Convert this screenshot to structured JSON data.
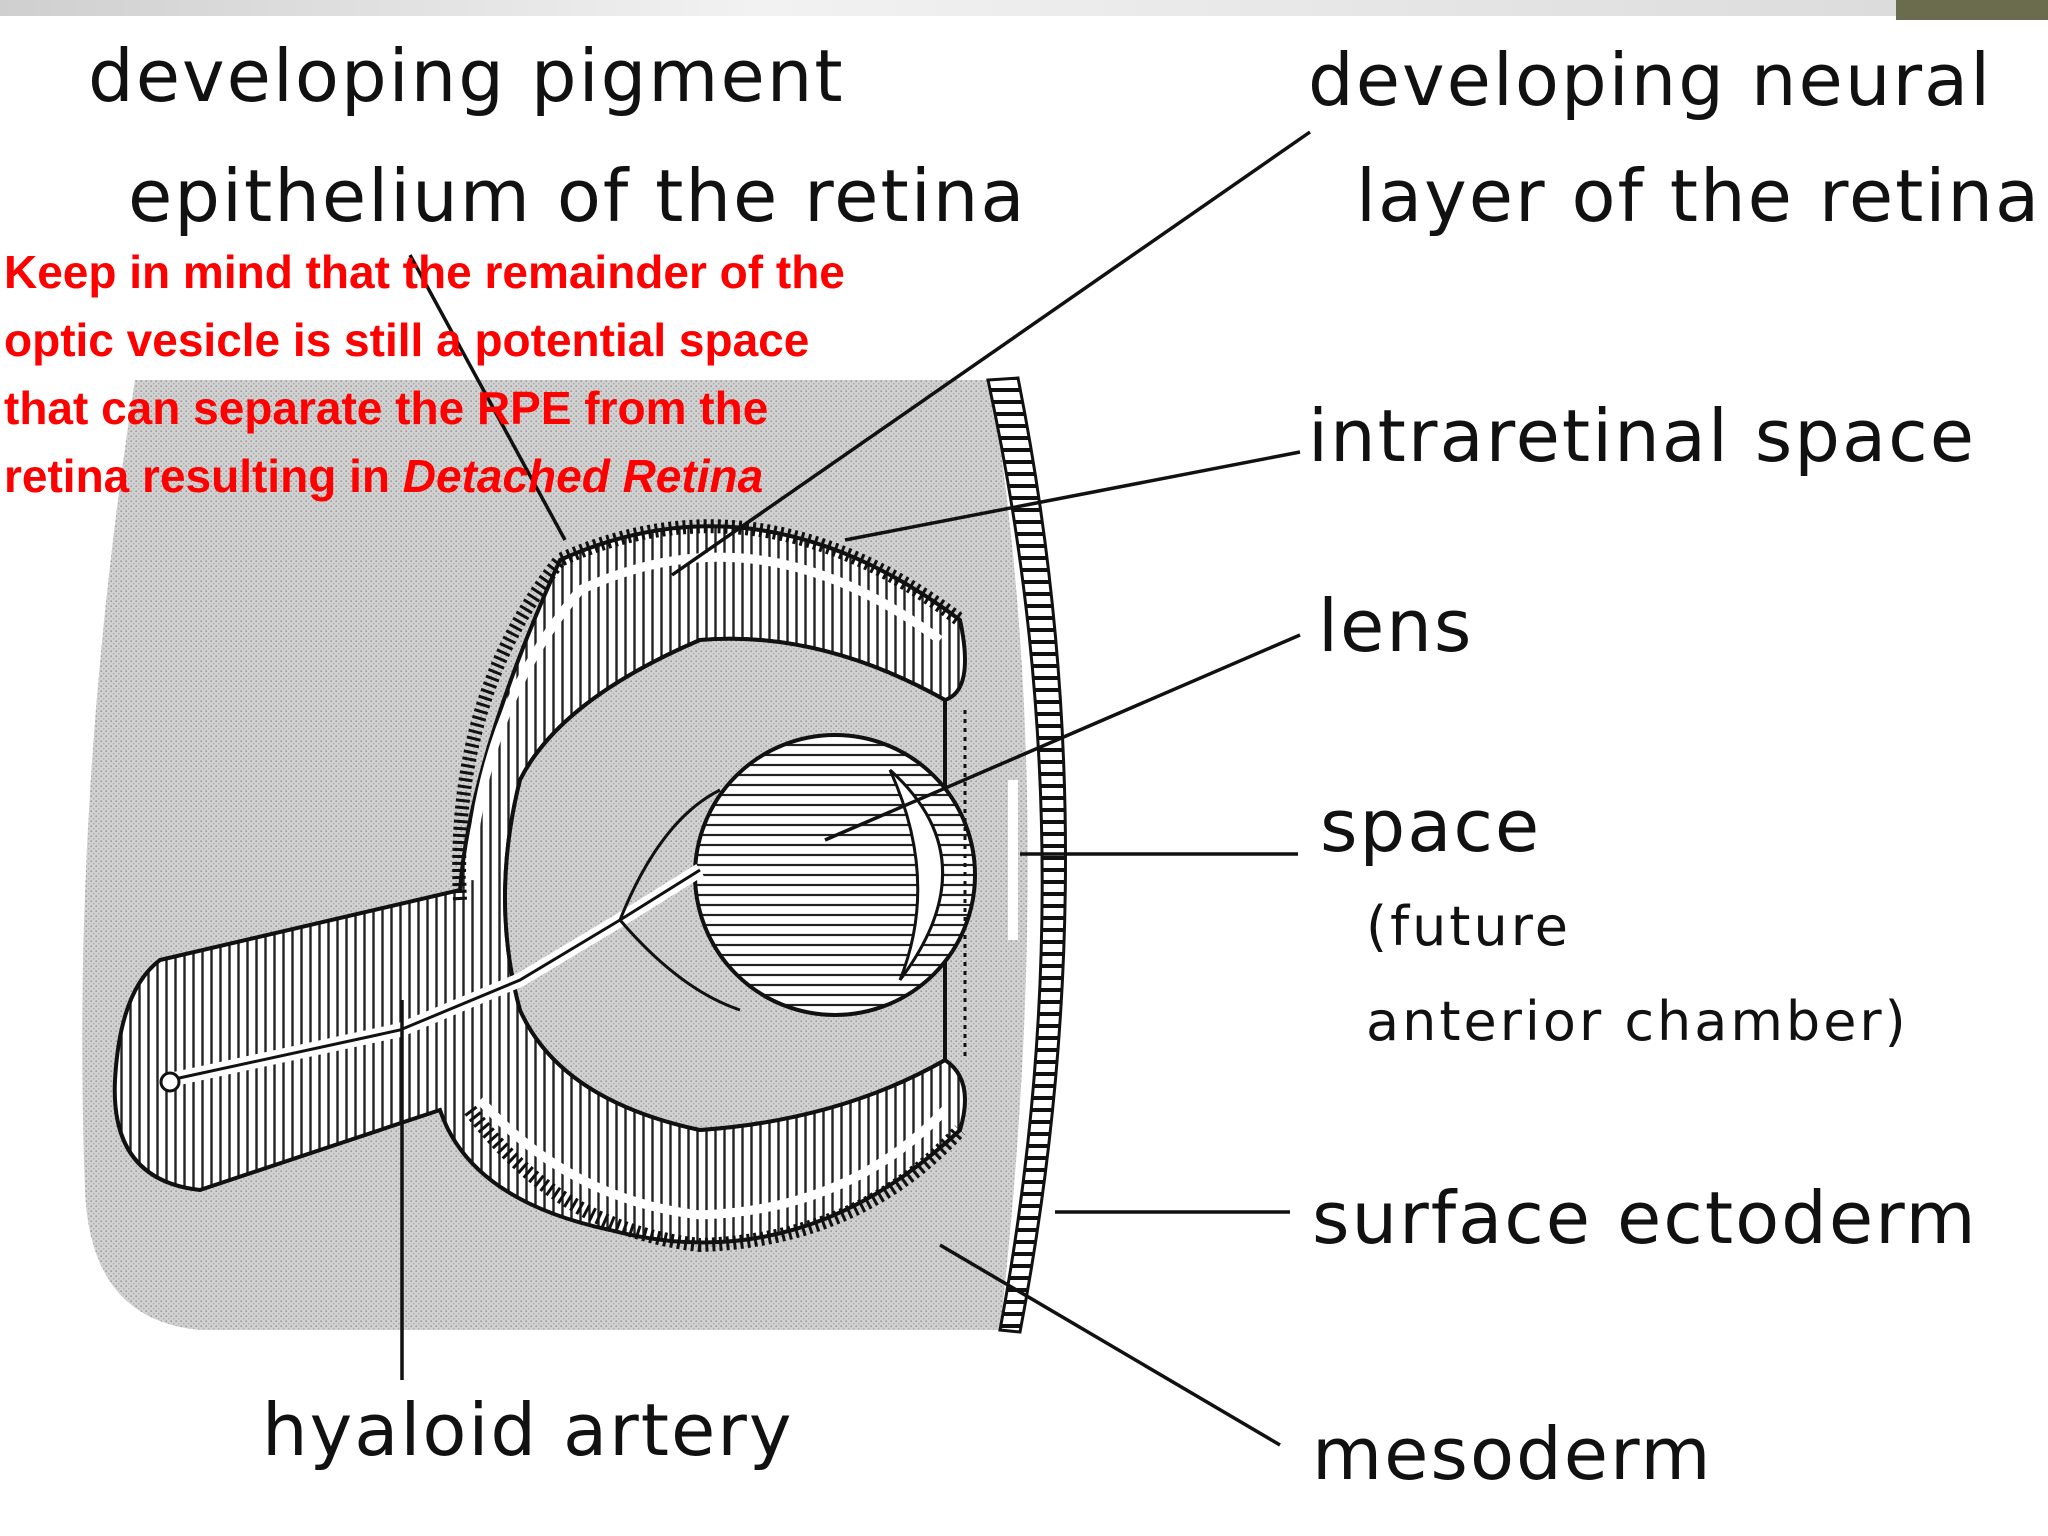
{
  "labels": {
    "pigment_line1": "developing pigment",
    "pigment_line2": "epithelium of the retina",
    "neural_line1": "developing neural",
    "neural_line2": "layer of the retina",
    "intraretinal": "intraretinal space",
    "lens": "lens",
    "space": "space",
    "future_1": "(future",
    "future_2": "anterior chamber)",
    "surface_ectoderm": "surface ectoderm",
    "mesoderm": "mesoderm",
    "hyaloid": "hyaloid artery"
  },
  "note": {
    "line1": "Keep in mind that the remainder of the",
    "line2": "optic vesicle is still a potential space",
    "line3": "that can separate the RPE from the",
    "line4_prefix": "retina resulting in ",
    "line4_emphasis": "Detached Retina"
  },
  "colors": {
    "note": "#ff0000",
    "mesenchyme": "#d4d4d4",
    "ink": "#111111"
  }
}
